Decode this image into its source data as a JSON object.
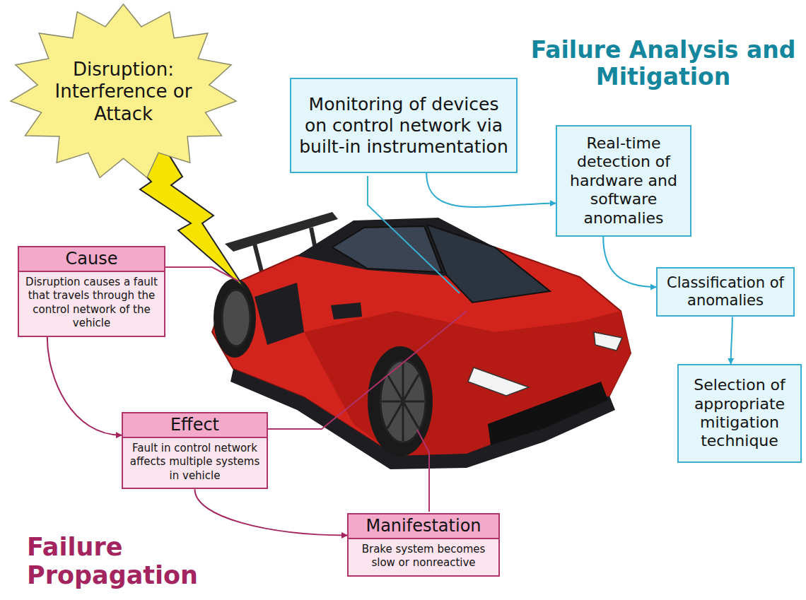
{
  "diagram": {
    "nodes": [
      {
        "text": [
          "Disruption: Interference or Attack"
        ]
      },
      {
        "text": [
          "Monitoring of devices on control network via built-in instrumentation"
        ]
      },
      {
        "text": [
          "Real-time detection of hardware and software anomalies"
        ]
      },
      {
        "text": [
          "Classification of anomalies"
        ]
      },
      {
        "text": [
          "Selection of appropriate mitigation technique"
        ]
      },
      {
        "text": [
          "Cause",
          "Disruption causes a fault that travels through the control network of the vehicle"
        ]
      },
      {
        "text": [
          "Effect",
          "Fault in control network affects multiple systems in vehicle"
        ]
      },
      {
        "text": [
          "Manifestation",
          "Brake system becomes slow or nonreactive"
        ]
      }
    ],
    "edges": [
      {
        "from": 1,
        "to": 2,
        "arrow": "to"
      },
      {
        "from": 2,
        "to": 3,
        "arrow": "to"
      },
      {
        "from": 3,
        "to": 4,
        "arrow": "to"
      },
      {
        "from": 5,
        "to": 6,
        "arrow": "to"
      },
      {
        "from": 6,
        "to": 7,
        "arrow": "to"
      }
    ],
    "labels": [
      "Failure Analysis and Mitigation",
      "Failure Propagation"
    ]
  }
}
